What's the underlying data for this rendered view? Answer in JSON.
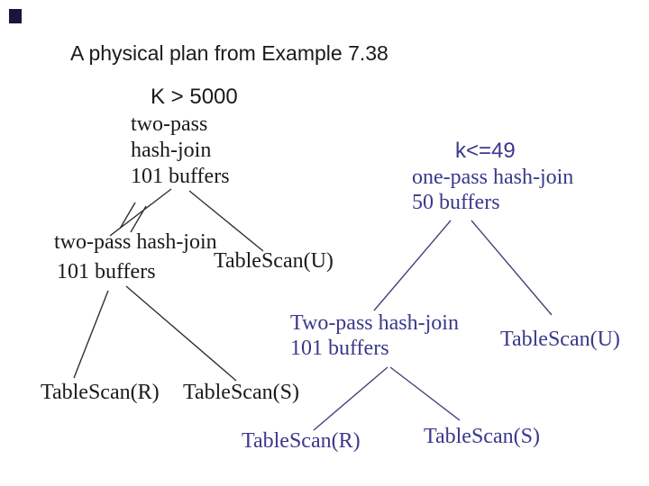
{
  "title": "A physical plan from Example 7.38",
  "colors": {
    "background": "#ffffff",
    "text_black": "#1a1a1a",
    "text_blue": "#39398C",
    "edge_black": "#303030",
    "edge_blue": "#44447A",
    "corner_square": "#16163E"
  },
  "plan_black": {
    "selection_label": "K > 5000",
    "root_op_lines": [
      "two-pass",
      "hash-join",
      "101 buffers"
    ],
    "left_join_line1": "two-pass hash-join",
    "left_join_line2": "101 buffers",
    "scan_u": "TableScan(U)",
    "scan_r": "TableScan(R)",
    "scan_s": "TableScan(S)"
  },
  "plan_blue": {
    "selection_label": "k<=49",
    "root_line1": "one-pass hash-join",
    "root_line2": "50 buffers",
    "join_line1": "Two-pass hash-join",
    "join_line2": "101 buffers",
    "scan_u": "TableScan(U)",
    "scan_r": "TableScan(R)",
    "scan_s": "TableScan(S)"
  }
}
